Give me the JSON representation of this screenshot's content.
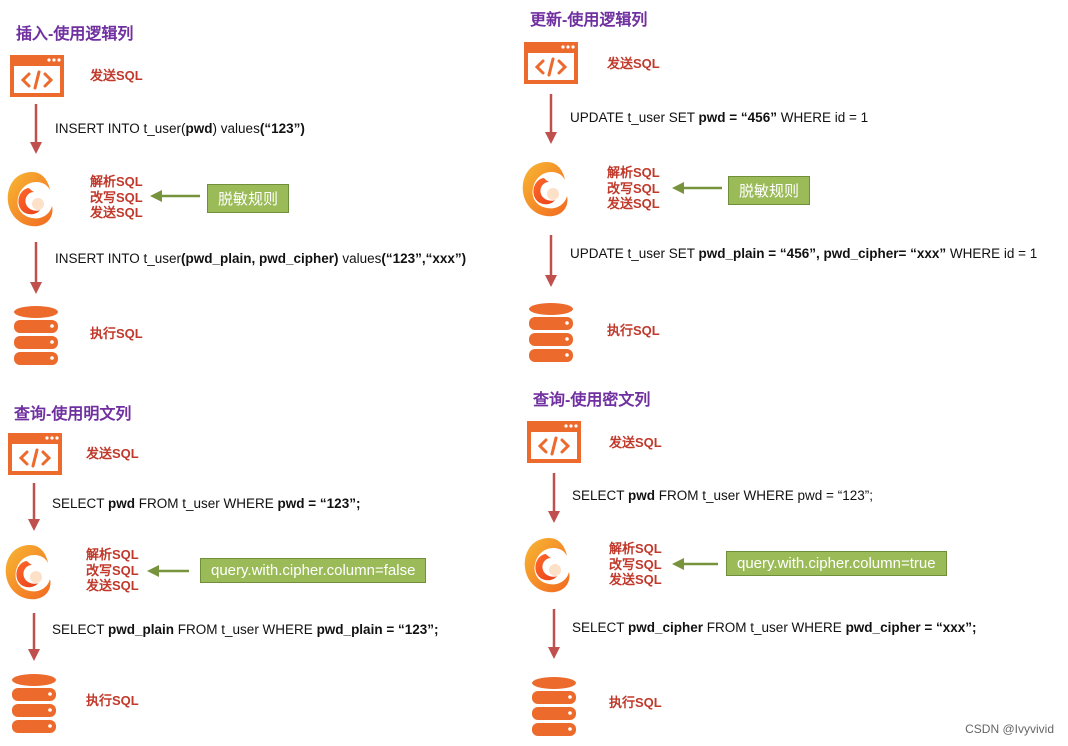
{
  "colors": {
    "title": "#7030a0",
    "label": "#c0392b",
    "icon_orange": "#ec6a2c",
    "arrow_red": "#c0504d",
    "rule_green": "#9bbb59",
    "arrow_green": "#77933c"
  },
  "panels": [
    {
      "title": "插入-使用逻辑列",
      "send_label": "发送SQL",
      "sql_before": [
        "INSERT INTO t_user(",
        "pwd",
        ") values",
        "(“123”)"
      ],
      "process_lines": [
        "解析SQL",
        "改写SQL",
        "发送SQL"
      ],
      "rule": "脱敏规则",
      "sql_after": [
        "INSERT INTO t_user",
        "(pwd_plain, pwd_cipher)",
        " values",
        "(“123”,“xxx”)"
      ],
      "exec_label": "执行SQL"
    },
    {
      "title": "更新-使用逻辑列",
      "send_label": "发送SQL",
      "sql_before": [
        "UPDATE t_user SET ",
        "pwd = “456”",
        " WHERE id = 1"
      ],
      "process_lines": [
        "解析SQL",
        "改写SQL",
        "发送SQL"
      ],
      "rule": "脱敏规则",
      "sql_after": [
        "UPDATE t_user SET ",
        "pwd_plain = “456”, pwd_cipher= “xxx”",
        "   WHERE id = 1"
      ],
      "exec_label": "执行SQL"
    },
    {
      "title": "查询-使用明文列",
      "send_label": "发送SQL",
      "sql_before": [
        "SELECT ",
        "pwd",
        " FROM t_user WHERE ",
        "pwd = “123”;"
      ],
      "process_lines": [
        "解析SQL",
        "改写SQL",
        "发送SQL"
      ],
      "rule": "query.with.cipher.column=false",
      "sql_after": [
        "SELECT ",
        "pwd_plain",
        " FROM t_user WHERE ",
        "pwd_plain = “123”;"
      ],
      "exec_label": "执行SQL"
    },
    {
      "title": "查询-使用密文列",
      "send_label": "发送SQL",
      "sql_before": [
        "SELECT ",
        "pwd",
        " FROM t_user WHERE pwd = “123”;"
      ],
      "process_lines": [
        "解析SQL",
        "改写SQL",
        "发送SQL"
      ],
      "rule": "query.with.cipher.column=true",
      "sql_after": [
        "SELECT ",
        "pwd_cipher",
        " FROM t_user WHERE ",
        "pwd_cipher = “xxx”;"
      ],
      "exec_label": "执行SQL"
    }
  ],
  "watermark": "CSDN @Ivyvivid"
}
